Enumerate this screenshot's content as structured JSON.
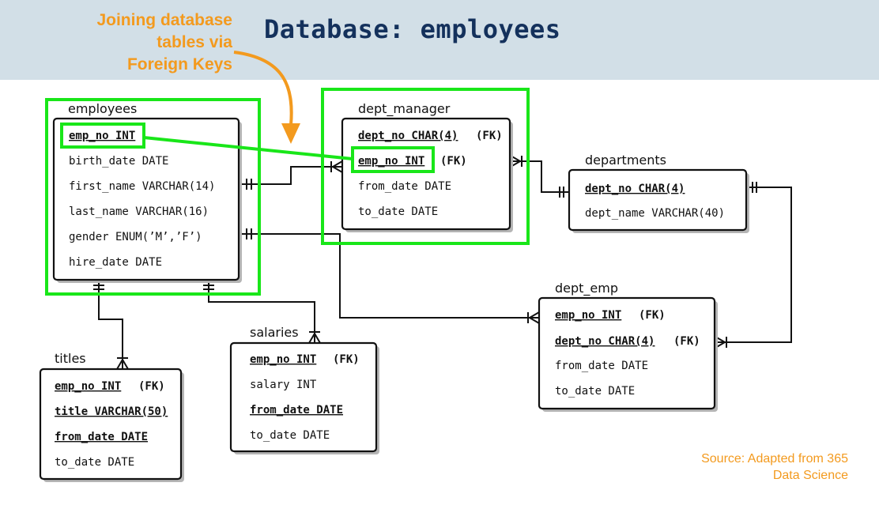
{
  "header": {
    "title": "Database: employees",
    "annotation_lines": [
      "Joining database",
      "tables via",
      "Foreign Keys"
    ]
  },
  "source_lines": [
    "Source: Adapted from 365",
    "Data Science"
  ],
  "tables": {
    "employees": {
      "name": "employees",
      "fields": [
        "emp_no INT",
        "birth_date DATE",
        "first_name VARCHAR(14)",
        "last_name VARCHAR(16)",
        "gender ENUM(’M’,’F’)",
        "hire_date DATE"
      ]
    },
    "dept_manager": {
      "name": "dept_manager",
      "fields": [
        "dept_no CHAR(4)",
        "emp_no INT",
        "from_date DATE",
        "to_date DATE"
      ],
      "fk_label": "(FK)"
    },
    "departments": {
      "name": "departments",
      "fields": [
        "dept_no CHAR(4)",
        "dept_name VARCHAR(40)"
      ]
    },
    "dept_emp": {
      "name": "dept_emp",
      "fields": [
        "emp_no INT",
        "dept_no CHAR(4)",
        "from_date DATE",
        "to_date DATE"
      ],
      "fk_label": "(FK)"
    },
    "titles": {
      "name": "titles",
      "fields": [
        "emp_no INT",
        "title VARCHAR(50)",
        "from_date DATE",
        "to_date DATE"
      ],
      "fk_label": "(FK)"
    },
    "salaries": {
      "name": "salaries",
      "fields": [
        "emp_no INT",
        "salary INT",
        "from_date DATE",
        "to_date DATE"
      ],
      "fk_label": "(FK)"
    }
  },
  "colors": {
    "header_band": "#d2dfe7",
    "title": "#14315c",
    "annotation": "#f39a1e",
    "highlight": "#19e619"
  }
}
